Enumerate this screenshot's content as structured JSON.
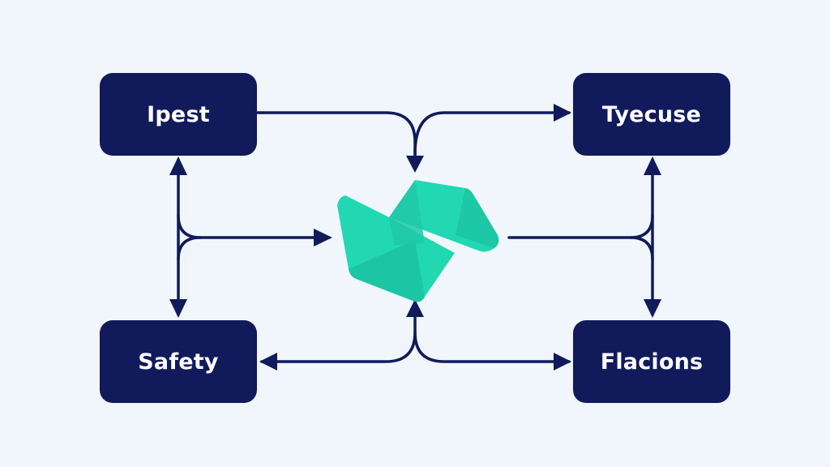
{
  "colors": {
    "background": "#f0f6fc",
    "node_fill": "#111a5b",
    "connector": "#111a5b",
    "logo_light": "#22d8b3",
    "logo_mid": "#1ec9a6",
    "logo_dark": "#17b693"
  },
  "nodes": {
    "top_left": {
      "label": "Ipest"
    },
    "top_right": {
      "label": "Tyecuse"
    },
    "bottom_left": {
      "label": "Safety"
    },
    "bottom_right": {
      "label": "Flacions"
    }
  },
  "center_icon": "teal-folded-logo-icon"
}
